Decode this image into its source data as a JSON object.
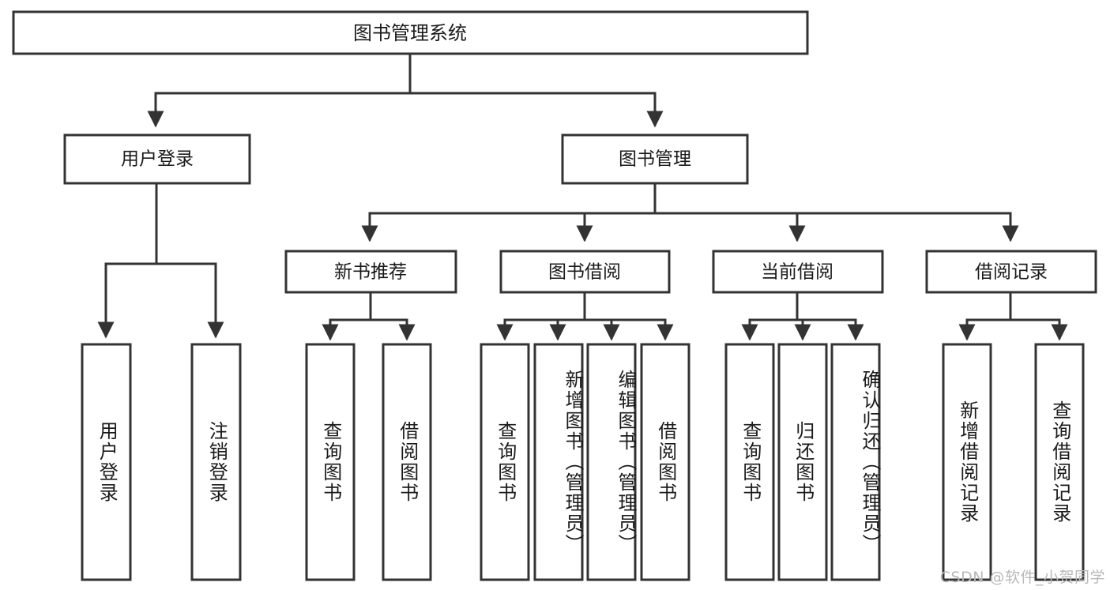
{
  "diagram": {
    "type": "tree-hierarchy-diagram",
    "title": "图书管理系统",
    "watermark": "CSDN @软件_小贺同学",
    "colors": {
      "stroke": "#333333",
      "box_fill": "#ffffff",
      "text": "#1a1a1a",
      "background": "#ffffff",
      "watermark": "#b9b9b9"
    },
    "root": {
      "label": "图书管理系统",
      "orientation": "horizontal"
    },
    "level1": [
      {
        "id": "user-login",
        "label": "用户登录",
        "orientation": "horizontal"
      },
      {
        "id": "book-management",
        "label": "图书管理",
        "orientation": "horizontal"
      }
    ],
    "level2": [
      {
        "id": "new-book-recommend",
        "label": "新书推荐",
        "parent": "book-management",
        "orientation": "horizontal"
      },
      {
        "id": "book-borrow",
        "label": "图书借阅",
        "parent": "book-management",
        "orientation": "horizontal"
      },
      {
        "id": "current-borrow",
        "label": "当前借阅",
        "parent": "book-management",
        "orientation": "horizontal"
      },
      {
        "id": "borrow-record",
        "label": "借阅记录",
        "parent": "book-management",
        "orientation": "horizontal"
      }
    ],
    "leaves": [
      {
        "id": "leaf-user-login",
        "label": "用户登录",
        "parent": "user-login",
        "orientation": "vertical"
      },
      {
        "id": "leaf-logout",
        "label": "注销登录",
        "parent": "user-login",
        "orientation": "vertical"
      },
      {
        "id": "leaf-query-book-1",
        "label": "查询图书",
        "parent": "new-book-recommend",
        "orientation": "vertical"
      },
      {
        "id": "leaf-borrow-book-1",
        "label": "借阅图书",
        "parent": "new-book-recommend",
        "orientation": "vertical"
      },
      {
        "id": "leaf-query-book-2",
        "label": "查询图书",
        "parent": "book-borrow",
        "orientation": "vertical"
      },
      {
        "id": "leaf-add-book",
        "label": "新增图书（管理员）",
        "parent": "book-borrow",
        "orientation": "vertical"
      },
      {
        "id": "leaf-edit-book",
        "label": "编辑图书（管理员）",
        "parent": "book-borrow",
        "orientation": "vertical"
      },
      {
        "id": "leaf-borrow-book-2",
        "label": "借阅图书",
        "parent": "book-borrow",
        "orientation": "vertical"
      },
      {
        "id": "leaf-query-book-3",
        "label": "查询图书",
        "parent": "current-borrow",
        "orientation": "vertical"
      },
      {
        "id": "leaf-return-book",
        "label": "归还图书",
        "parent": "current-borrow",
        "orientation": "vertical"
      },
      {
        "id": "leaf-confirm-return",
        "label": "确认归还（管理员）",
        "parent": "current-borrow",
        "orientation": "vertical"
      },
      {
        "id": "leaf-add-record",
        "label": "新增借阅记录",
        "parent": "borrow-record",
        "orientation": "vertical"
      },
      {
        "id": "leaf-query-record",
        "label": "查询借阅记录",
        "parent": "borrow-record",
        "orientation": "vertical"
      }
    ]
  }
}
